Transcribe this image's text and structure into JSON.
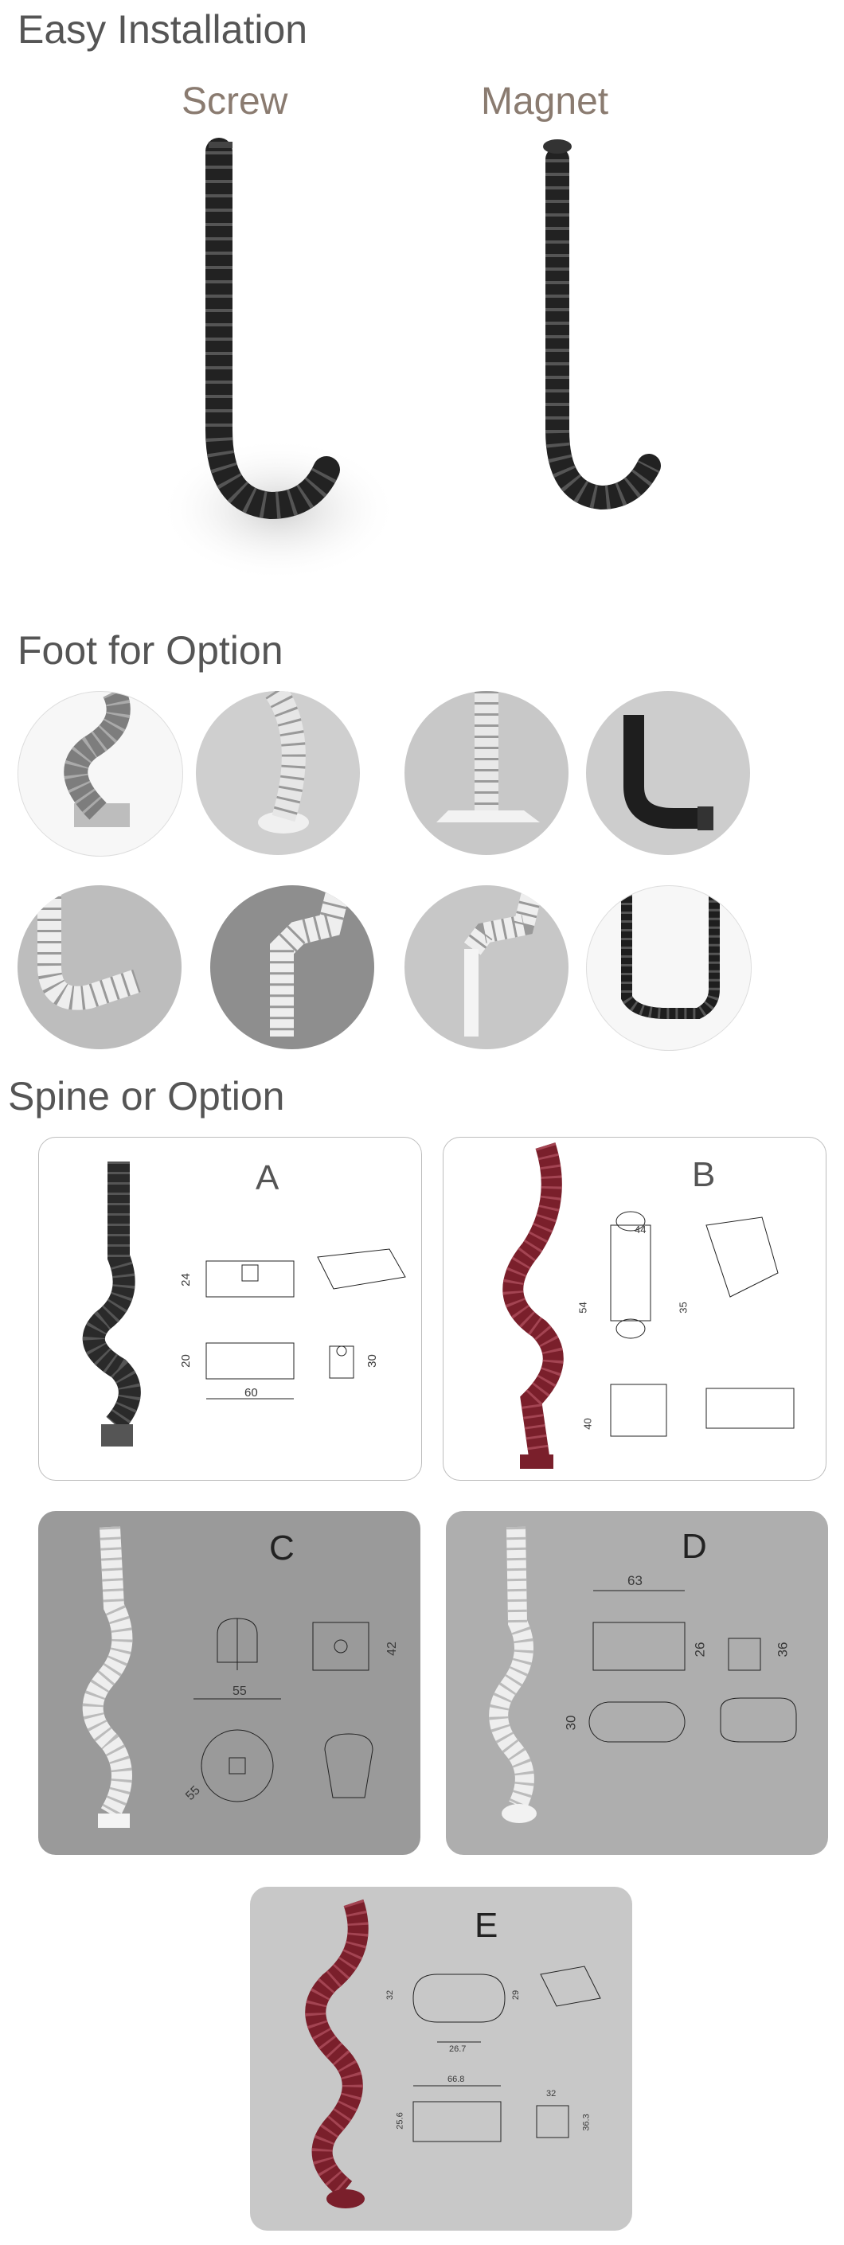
{
  "sections": {
    "installation_title": "Easy Installation",
    "screw_label": "Screw",
    "magnet_label": "Magnet",
    "foot_title": "Foot for Option",
    "spine_title": "Spine or Option"
  },
  "cards": [
    {
      "letter": "A",
      "dims": [
        "24",
        "20",
        "30",
        "60"
      ]
    },
    {
      "letter": "B",
      "dims": [
        "44",
        "54",
        "35",
        "40"
      ]
    },
    {
      "letter": "C",
      "dims": [
        "55",
        "42",
        "55"
      ]
    },
    {
      "letter": "D",
      "dims": [
        "63",
        "26",
        "36",
        "30"
      ]
    },
    {
      "letter": "E",
      "dims": [
        "32",
        "29",
        "26.7",
        "66.8",
        "25.6",
        "32",
        "36.3"
      ]
    }
  ],
  "colors": {
    "black_spine": "#1e1e1e",
    "white_spine": "#e8e8e8",
    "red_spine": "#7a1f2b",
    "grey_card": "#9a9a9a"
  }
}
